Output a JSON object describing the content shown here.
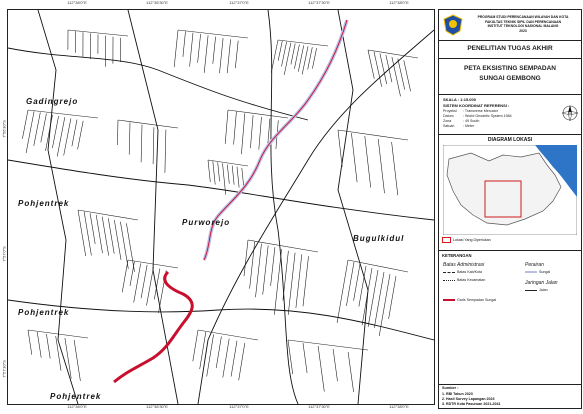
{
  "map": {
    "top_ticks": [
      "112°36'0\"E",
      "112°36'30\"E",
      "112°37'0\"E",
      "112°37'30\"E",
      "112°38'0\"E"
    ],
    "bottom_ticks": [
      "112°36'0\"E",
      "112°36'30\"E",
      "112°37'0\"E",
      "112°37'30\"E",
      "112°38'0\"E"
    ],
    "left_ticks": [
      "7°56'30\"S",
      "7°57'0\"S",
      "7°57'30\"S"
    ],
    "places": [
      "Gadingrejo",
      "Pohjentrek",
      "Purworejo",
      "Bugulkidul",
      "Pohjentrek",
      "Pohjentrek"
    ],
    "colors": {
      "river": "#b8bde6",
      "buffer": "#c8102e",
      "roads": "#222222"
    }
  },
  "panel": {
    "institution": [
      "PROGRAM STUDI PERENCANAAN WILAYAH DAN KOTA",
      "FAKULTAS TEKNIK SIPIL DAN PERENCANAAN",
      "INSTITUT TEKNOLOGI NASIONAL MALANG",
      "2023"
    ],
    "research_title": "PENELITIAN TUGAS AKHIR",
    "map_title_1": "PETA EKSISTING SEMPADAN",
    "map_title_2": "SUNGAI GEMBONG",
    "scale_label": "SKALA : 1:15.000",
    "ref_label": "SISTEM KOORDINAT REFERENSI :",
    "meta": [
      {
        "key": "Proyeksi",
        "value": ": Transverse Mercator"
      },
      {
        "key": "Datum",
        "value": ": World Geodetic System 1984"
      },
      {
        "key": "Zona",
        "value": ": 49 South"
      },
      {
        "key": "Satuan",
        "value": ": Meter"
      }
    ],
    "inset_title": "DIAGRAM LOKASI",
    "inset_legend": "Lokasi Yang Diperlukan",
    "legend_title": "KETERANGAN",
    "admin_title": "Batas Administrasi",
    "admin_items": [
      "Batas Kab/Kota",
      "Batas Kecamatan"
    ],
    "water_title": "Perairan",
    "water_item": "Sungai",
    "road_title": "Jaringan Jalan",
    "road_item": "Jalan",
    "buffer_item": "Garis Sempadan Sungai",
    "sources_title": "Sumber :",
    "sources": [
      "1. RBI Tahun 2023",
      "2. Hasil Survey Lapangan 2023",
      "3. RDTR Kota Pasuruan 2021-2041"
    ]
  }
}
